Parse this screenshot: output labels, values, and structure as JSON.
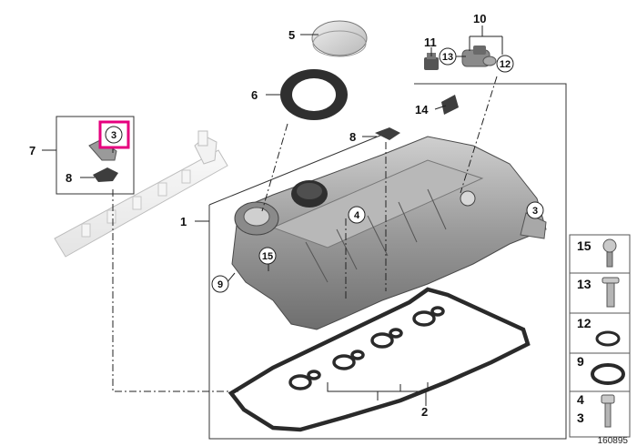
{
  "callouts": {
    "n1": "1",
    "n2": "2",
    "n3a": "3",
    "n3b": "3",
    "n4": "4",
    "n5": "5",
    "n6": "6",
    "n7": "7",
    "n8a": "8",
    "n8b": "8",
    "n9": "9",
    "n10": "10",
    "n11": "11",
    "n12": "12",
    "n13": "13",
    "n14": "14",
    "n15": "15"
  },
  "parts_panel": {
    "items": [
      {
        "label": "15"
      },
      {
        "label": "13"
      },
      {
        "label": "12"
      },
      {
        "label": "9"
      },
      {
        "label": "4"
      },
      {
        "label": "3"
      }
    ]
  },
  "figure_id": "160895",
  "colors": {
    "highlight": "#e6007e",
    "line": "#222222",
    "part_fill": "#d4d4d4",
    "part_dark": "#6a6a6a"
  }
}
